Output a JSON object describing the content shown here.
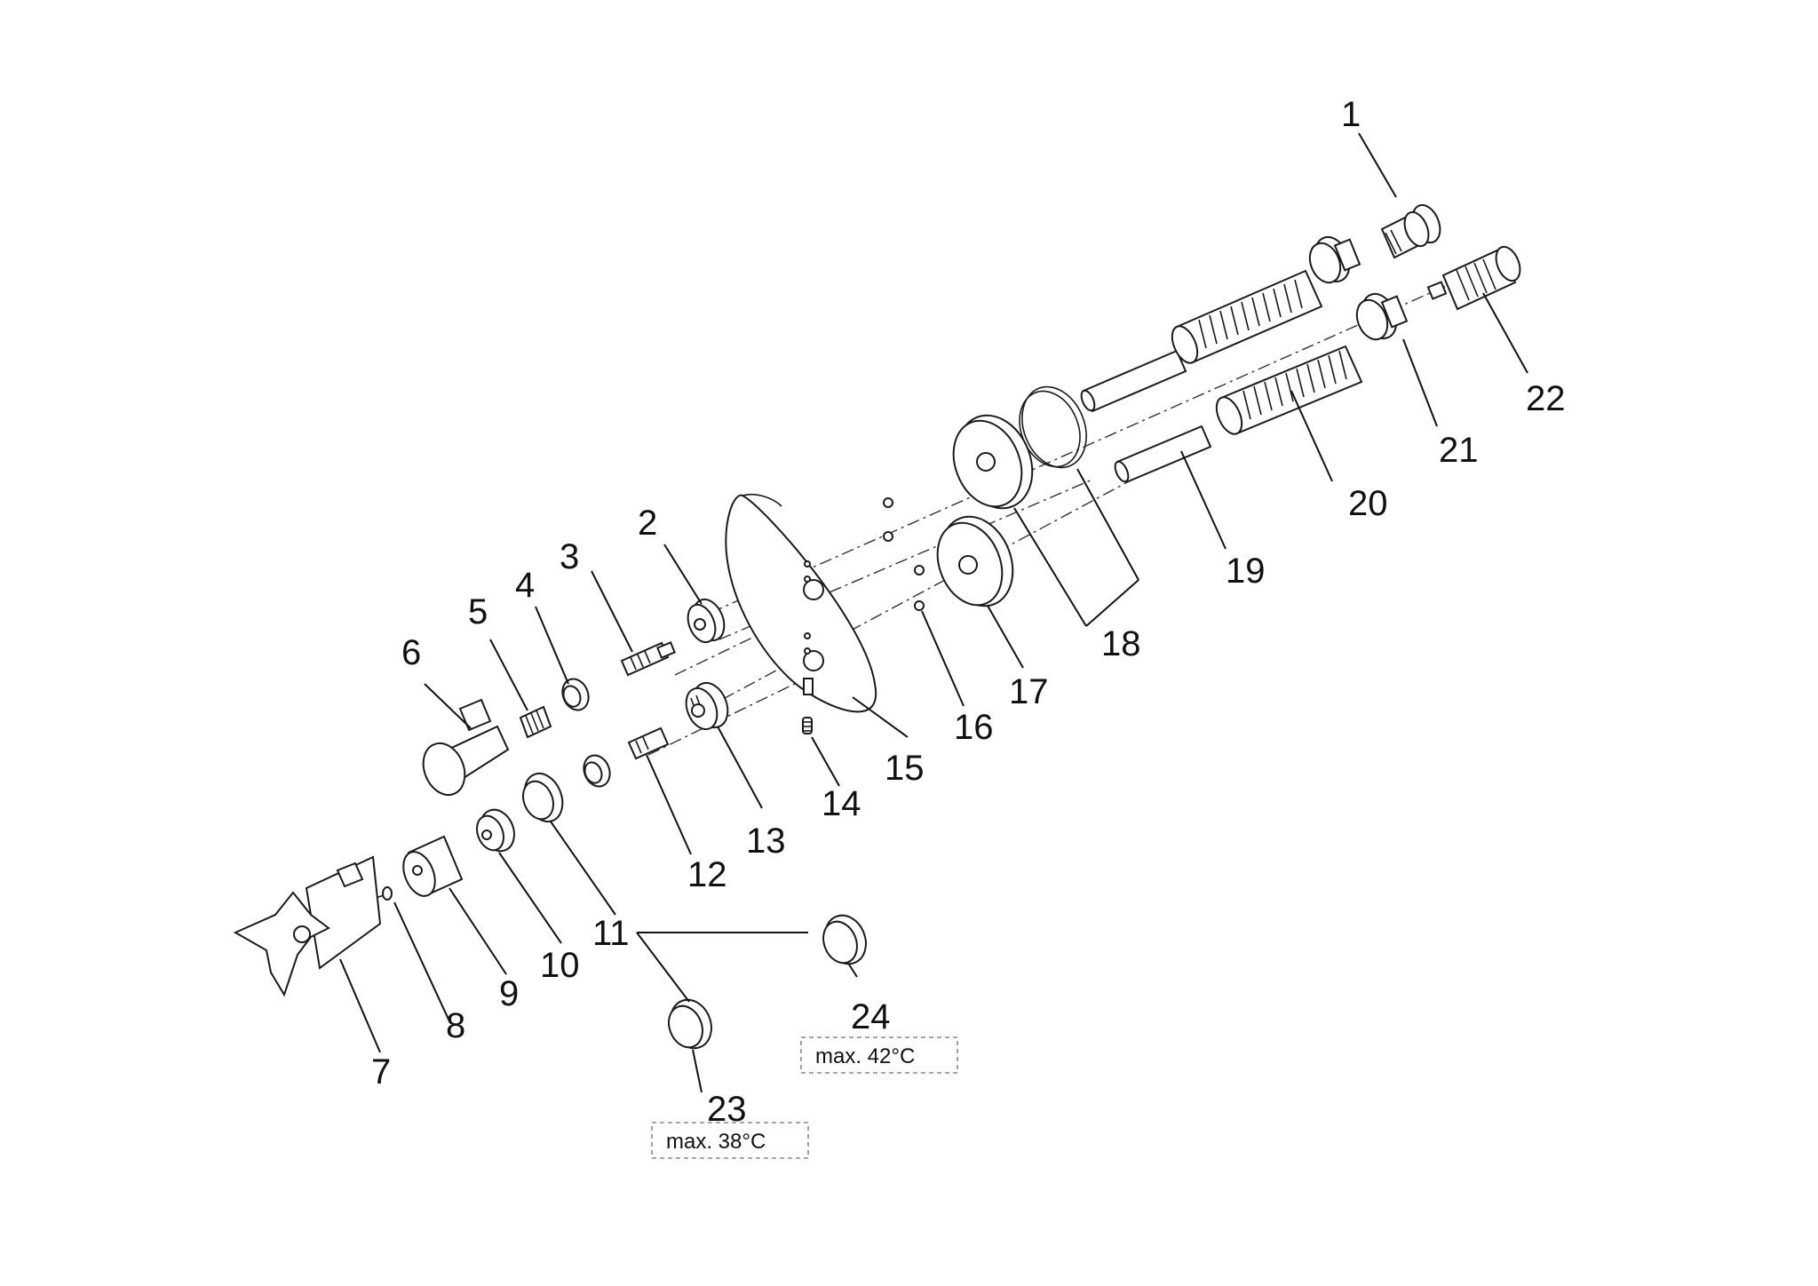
{
  "callouts": [
    {
      "id": "1",
      "label": "1"
    },
    {
      "id": "2",
      "label": "2"
    },
    {
      "id": "3",
      "label": "3"
    },
    {
      "id": "4",
      "label": "4"
    },
    {
      "id": "5",
      "label": "5"
    },
    {
      "id": "6",
      "label": "6"
    },
    {
      "id": "7",
      "label": "7"
    },
    {
      "id": "8",
      "label": "8"
    },
    {
      "id": "9",
      "label": "9"
    },
    {
      "id": "10",
      "label": "10"
    },
    {
      "id": "11",
      "label": "11"
    },
    {
      "id": "12",
      "label": "12"
    },
    {
      "id": "13",
      "label": "13"
    },
    {
      "id": "14",
      "label": "14"
    },
    {
      "id": "15",
      "label": "15"
    },
    {
      "id": "16",
      "label": "16"
    },
    {
      "id": "17",
      "label": "17"
    },
    {
      "id": "18",
      "label": "18"
    },
    {
      "id": "19",
      "label": "19"
    },
    {
      "id": "20",
      "label": "20"
    },
    {
      "id": "21",
      "label": "21"
    },
    {
      "id": "22",
      "label": "22"
    },
    {
      "id": "23",
      "label": "23"
    },
    {
      "id": "24",
      "label": "24"
    }
  ],
  "notes": {
    "part23": "max. 38°C",
    "part24": "max. 42°C"
  }
}
